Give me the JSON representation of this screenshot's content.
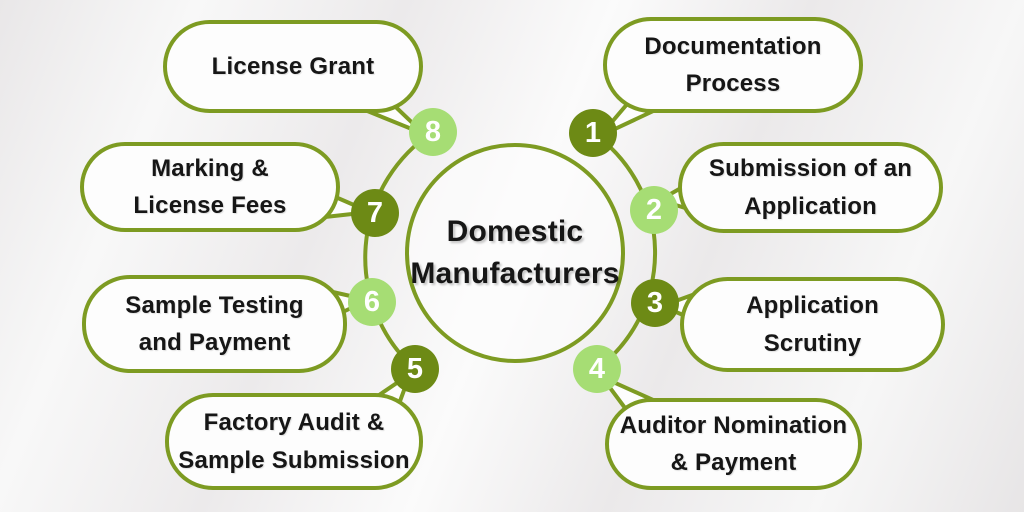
{
  "title": "Domestic\nManufacturers",
  "steps": [
    {
      "num": "1",
      "label": "Documentation\nProcess",
      "variant": "dark"
    },
    {
      "num": "2",
      "label": "Submission of an\nApplication",
      "variant": "light"
    },
    {
      "num": "3",
      "label": "Application\nScrutiny",
      "variant": "dark"
    },
    {
      "num": "4",
      "label": "Auditor Nomination\n& Payment",
      "variant": "light"
    },
    {
      "num": "5",
      "label": "Factory Audit &\nSample Submission",
      "variant": "dark"
    },
    {
      "num": "6",
      "label": "Sample Testing\nand Payment",
      "variant": "light"
    },
    {
      "num": "7",
      "label": "Marking &\nLicense Fees",
      "variant": "dark"
    },
    {
      "num": "8",
      "label": "License Grant",
      "variant": "light"
    }
  ],
  "colors": {
    "olive_stroke": "#7d9b22",
    "dark_circle": "#6d8a15",
    "light_circle": "#a6dd74",
    "bubble_fill": "#fdfdfd",
    "ink": "#161616"
  }
}
